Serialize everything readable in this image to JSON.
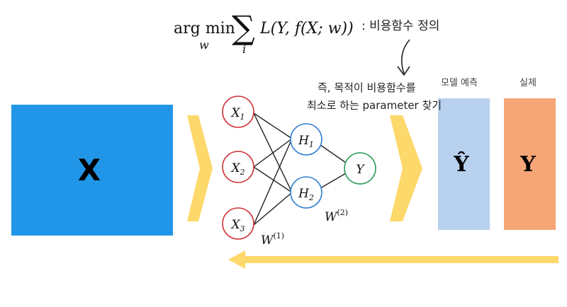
{
  "formula": {
    "argmin": "arg min",
    "argmin_sub": "w",
    "sigma": "∑",
    "sigma_sub": "i",
    "loss": "L(Y, f(X; w))"
  },
  "annotations": {
    "loss_note": ": 비용함수 정의",
    "goal_line1": "즉, 목적이 비용함수를",
    "goal_line2": "최소로 하는 parameter 찾기"
  },
  "input_box": {
    "label": "X",
    "color": "#2196e8"
  },
  "network": {
    "inputs": [
      "X",
      "X",
      "X"
    ],
    "input_subs": [
      "1",
      "2",
      "3"
    ],
    "hidden": [
      "H",
      "H"
    ],
    "hidden_subs": [
      "1",
      "2"
    ],
    "output": "Y",
    "weights_1": "W",
    "weights_1_sup": "(1)",
    "weights_2": "W",
    "weights_2_sup": "(2)",
    "colors": {
      "input": "#d0343a",
      "hidden": "#2f7fd0",
      "output": "#2e9a58"
    }
  },
  "prediction_box": {
    "label": "Ŷ",
    "caption": "모델 예측",
    "color": "#b7d1ee"
  },
  "actual_box": {
    "label": "Y",
    "caption": "실제",
    "color": "#f6a676"
  },
  "arrow_color": "#fdd86a"
}
